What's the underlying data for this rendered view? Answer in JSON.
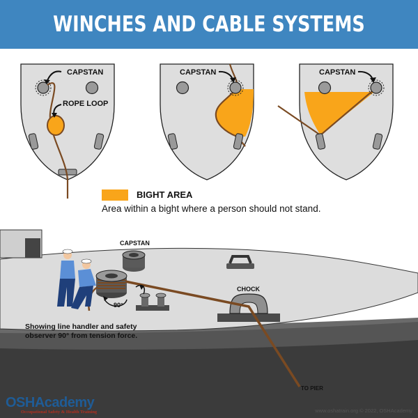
{
  "title": "WINCHES AND CABLE SYSTEMS",
  "panels": {
    "capstan_label": "CAPSTAN",
    "rope_loop_label": "ROPE LOOP"
  },
  "legend": {
    "title": "BIGHT AREA",
    "description": "Area within a bight where a person should not stand.",
    "color": "#f9a51a"
  },
  "scene": {
    "capstan_label": "CAPSTAN",
    "chock_label": "CHOCK",
    "angle_label": "90°",
    "to_pier_label": "TO PIER",
    "caption": "Showing line handler and safety observer 90° from tension force."
  },
  "footer": {
    "brand": "OSHAcademy",
    "tagline": "Occupational Safety & Health Training",
    "copyright": "www.oshatrain.org © 2022, OSHAcademy"
  },
  "colors": {
    "header": "#3f86c0",
    "bight": "#f9a51a",
    "rope": "#7a4a22",
    "deck": "#dcdcdc"
  }
}
